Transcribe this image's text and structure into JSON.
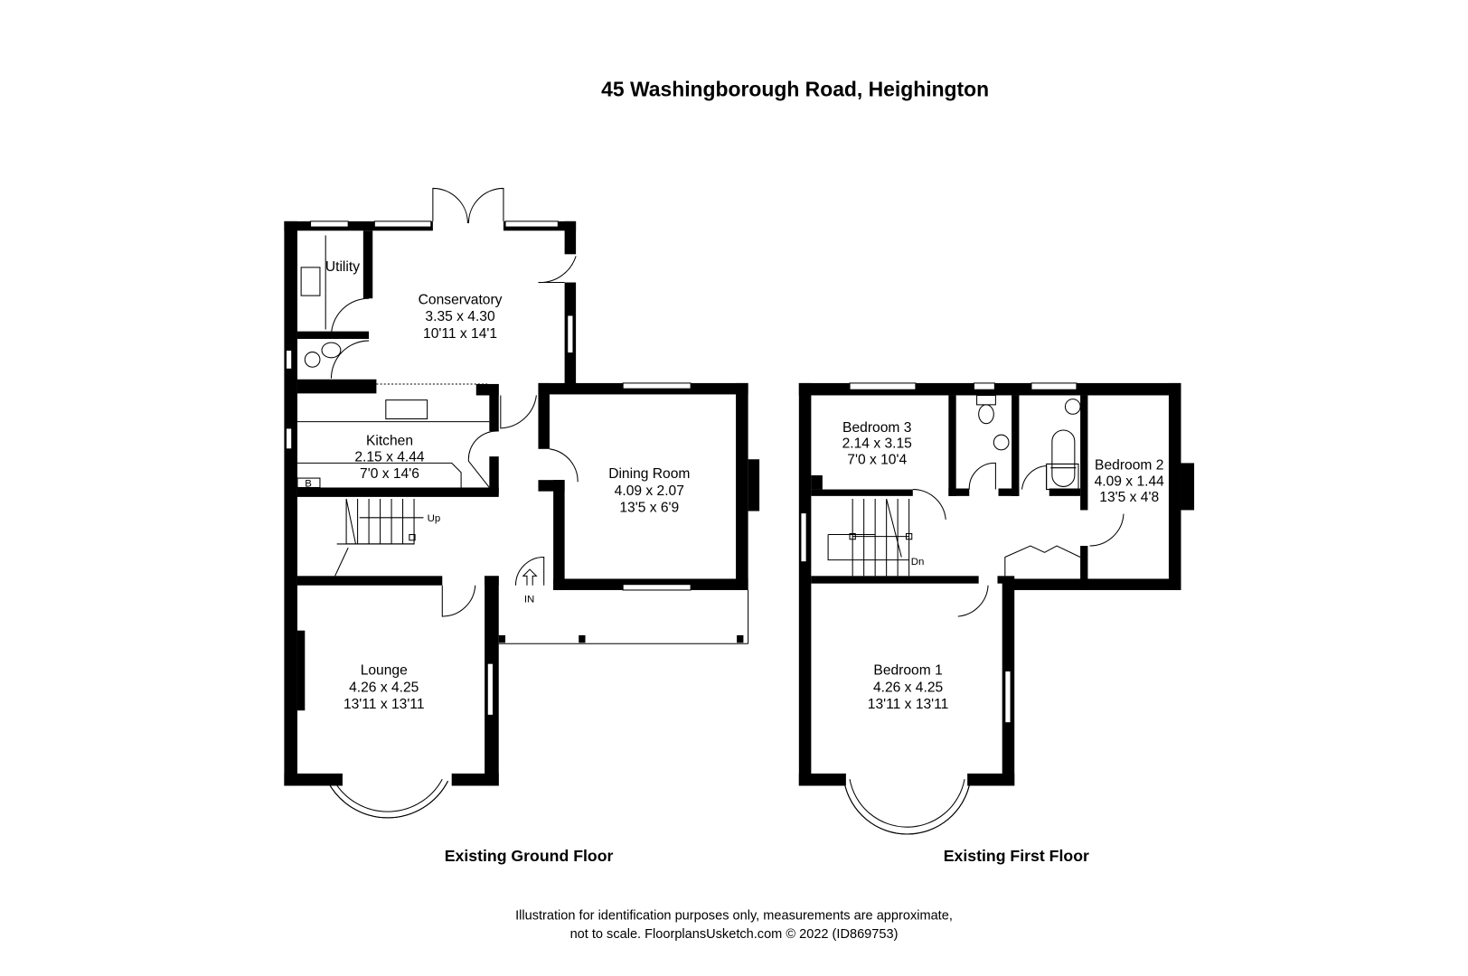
{
  "title": "45 Washingborough Road, Heighington",
  "ground_floor": {
    "label": "Existing Ground Floor",
    "rooms": [
      {
        "name": "Utility"
      },
      {
        "name": "Conservatory",
        "metric": "3.35 x 4.30",
        "imperial": "10'11 x 14'1"
      },
      {
        "name": "Kitchen",
        "metric": "2.15 x 4.44",
        "imperial": "7'0 x 14'6"
      },
      {
        "name": "Dining Room",
        "metric": "4.09 x 2.07",
        "imperial": "13'5 x 6'9"
      },
      {
        "name": "Lounge",
        "metric": "4.26 x 4.25",
        "imperial": "13'11 x 13'11"
      }
    ],
    "boiler_label": "B",
    "stairs_label": "Up",
    "entrance_label": "IN"
  },
  "first_floor": {
    "label": "Existing First Floor",
    "rooms": [
      {
        "name": "Bedroom 3",
        "metric": "2.14 x 3.15",
        "imperial": "7'0 x 10'4"
      },
      {
        "name": "Bedroom 2",
        "metric": "4.09 x 1.44",
        "imperial": "13'5 x 4'8"
      },
      {
        "name": "Bedroom 1",
        "metric": "4.26 x 4.25",
        "imperial": "13'11 x 13'11"
      }
    ],
    "stairs_label": "Dn"
  },
  "footer": {
    "line1": "Illustration for identification purposes only, measurements are approximate,",
    "line2": "not to scale. FloorplansUsketch.com © 2022 (ID869753)"
  }
}
